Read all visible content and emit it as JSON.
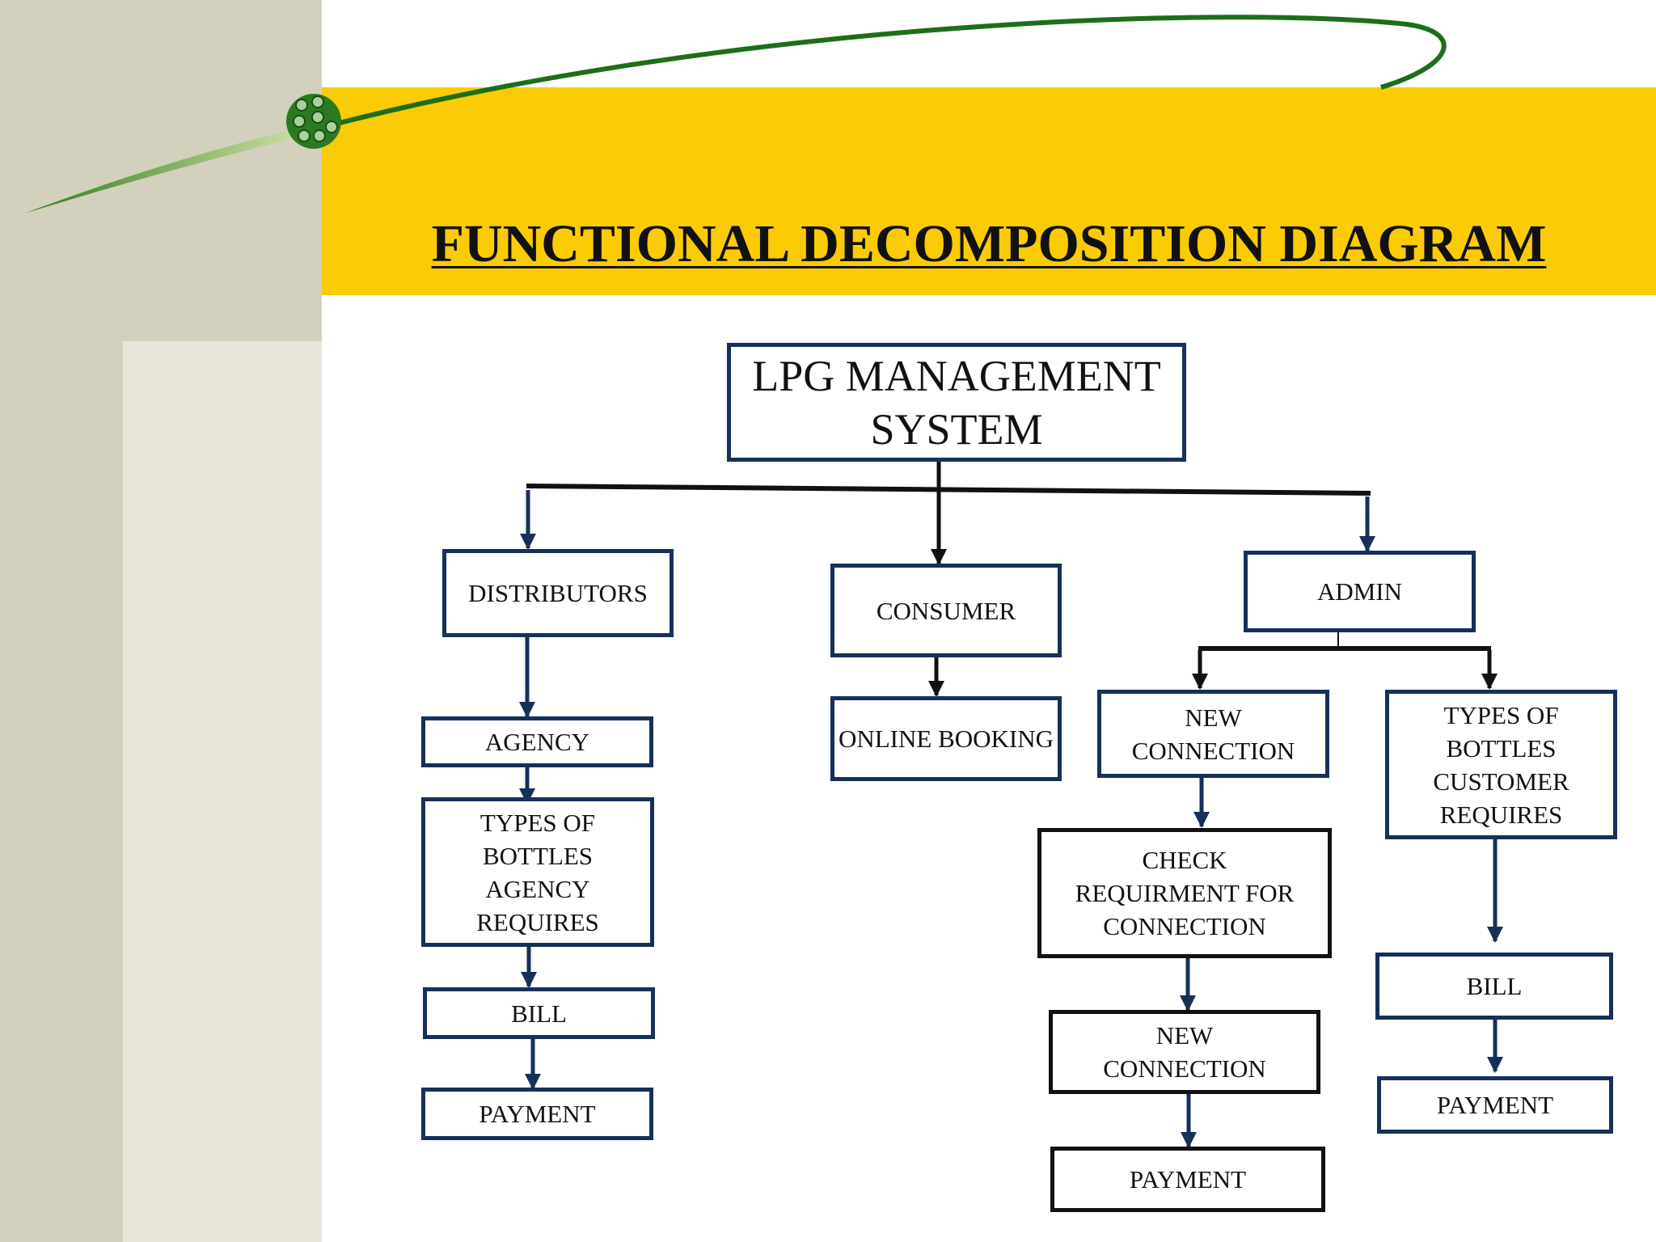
{
  "slide": {
    "title": "FUNCTIONAL DECOMPOSITION DIAGRAM",
    "colors": {
      "band": "#fbcb05",
      "left_panel": "#d3d1bd",
      "box_border": "#17305a",
      "arrow": "#111111"
    }
  },
  "diagram": {
    "root": "LPG MANAGEMENT\nSYSTEM",
    "distributors": {
      "label": "DISTRIBUTORS",
      "children": [
        "AGENCY",
        "TYPES OF\nBOTTLES\nAGENCY\nREQUIRES",
        "BILL",
        "PAYMENT"
      ]
    },
    "consumer": {
      "label": "CONSUMER",
      "children": [
        "ONLINE BOOKING"
      ]
    },
    "admin": {
      "label": "ADMIN",
      "new_connection_branch": [
        "NEW\nCONNECTION",
        "CHECK\nREQUIRMENT FOR\nCONNECTION",
        "NEW\nCONNECTION",
        "PAYMENT"
      ],
      "bottle_types_branch": [
        "TYPES OF\nBOTTLES\nCUSTOMER\nREQUIRES",
        "BILL",
        "PAYMENT"
      ]
    }
  }
}
